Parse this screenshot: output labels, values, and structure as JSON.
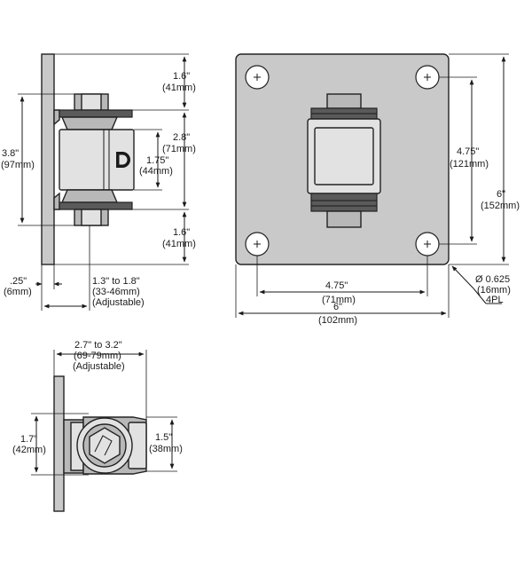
{
  "side_view": {
    "top_gap": "1.6\"",
    "top_gap_mm": "(41mm)",
    "overall_height": "3.8\"",
    "overall_height_mm": "(97mm)",
    "body_height": "2.8\"",
    "body_height_mm": "(71mm)",
    "inner_height": "1.75\"",
    "inner_height_mm": "(44mm)",
    "bottom_gap": "1.6\"",
    "bottom_gap_mm": "(41mm)",
    "plate_thickness": ".25\"",
    "plate_thickness_mm": "(6mm)",
    "depth_range": "1.3\" to 1.8\"",
    "depth_range_mm": "(33-46mm)",
    "depth_note": "(Adjustable)"
  },
  "front_view": {
    "hole_spacing_v": "4.75\"",
    "hole_spacing_v_mm": "(121mm)",
    "plate_height": "6\"",
    "plate_height_mm": "(152mm)",
    "hole_spacing_h": "4.75\"",
    "hole_spacing_h_mm": "(71mm)",
    "plate_width": "6\"",
    "plate_width_mm": "(102mm)",
    "hole_diameter": "Ø 0.625",
    "hole_diameter_mm": "(16mm)",
    "hole_count": "4PL"
  },
  "top_view": {
    "depth_range": "2.7\" to 3.2\"",
    "depth_range_mm": "(69-79mm)",
    "depth_note": "(Adjustable)",
    "width_left": "1.7\"",
    "width_left_mm": "(42mm)",
    "width_right": "1.5\"",
    "width_right_mm": "(38mm)"
  },
  "logo_letter": "D"
}
